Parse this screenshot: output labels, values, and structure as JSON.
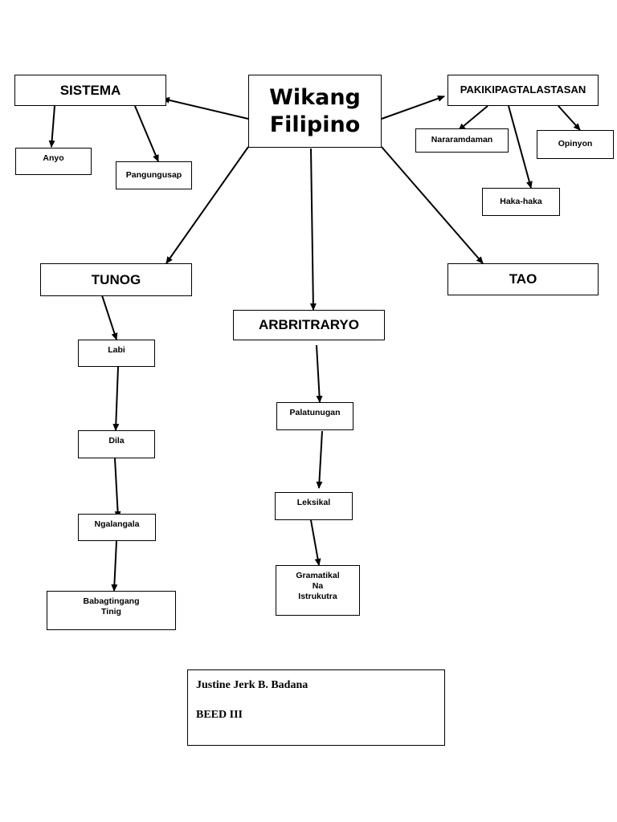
{
  "diagram": {
    "title": "Wikang\nFilipino",
    "nodes": {
      "sistema": "SISTEMA",
      "anyo": "Anyo",
      "pangungusap": "Pangungusap",
      "pakikipagtalastasan": "PAKIKIPAGTALASTASAN",
      "nararamdaman": "Nararamdaman",
      "opinyon": "Opinyon",
      "haka_haka": "Haka-haka",
      "tunog": "TUNOG",
      "arbritraryo": "ARBRITRARYO",
      "tao": "TAO",
      "labi": "Labi",
      "dila": "Dila",
      "ngalangala": "Ngalangala",
      "babagtingang_tinig": "Babagtingang\nTinig",
      "palatunugan": "Palatunugan",
      "leksikal": "Leksikal",
      "gramatikal": "Gramatikal\nNa\nIstrukutra"
    }
  },
  "author_box": {
    "name": "Justine Jerk B. Badana",
    "course": "BEED III"
  }
}
